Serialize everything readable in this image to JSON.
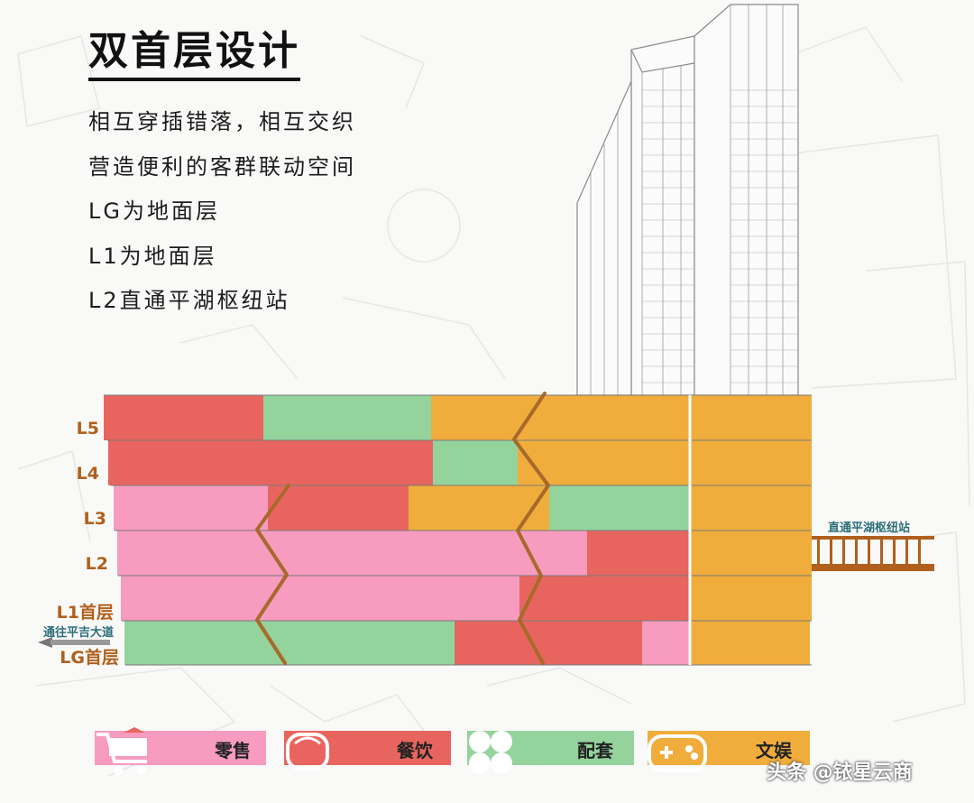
{
  "title": "双首层设计",
  "description": [
    "相互穿插错落，相互交织",
    "营造便利的客群联动空间",
    "LG为地面层",
    "L1为地面层",
    "L2直通平湖枢纽站"
  ],
  "floors": [
    "L5",
    "L4",
    "L3",
    "L2",
    "L1首层",
    "LG首层"
  ],
  "side_labels": {
    "right": "直通平湖枢纽站",
    "left": "通往平吉大道"
  },
  "colors": {
    "retail": "#f79bbf",
    "dining": "#e8655f",
    "support": "#95d39d",
    "culture": "#f0ad3c",
    "label": "#b0601c"
  },
  "legend": [
    {
      "key": "retail",
      "label": "零售",
      "icon": "shopping-cart-icon"
    },
    {
      "key": "dining",
      "label": "餐饮",
      "icon": "bowl-icon"
    },
    {
      "key": "support",
      "label": "配套",
      "icon": "clover-icon"
    },
    {
      "key": "culture",
      "label": "文娱",
      "icon": "gamepad-icon"
    }
  ],
  "watermark": "头条 @铱星云商"
}
